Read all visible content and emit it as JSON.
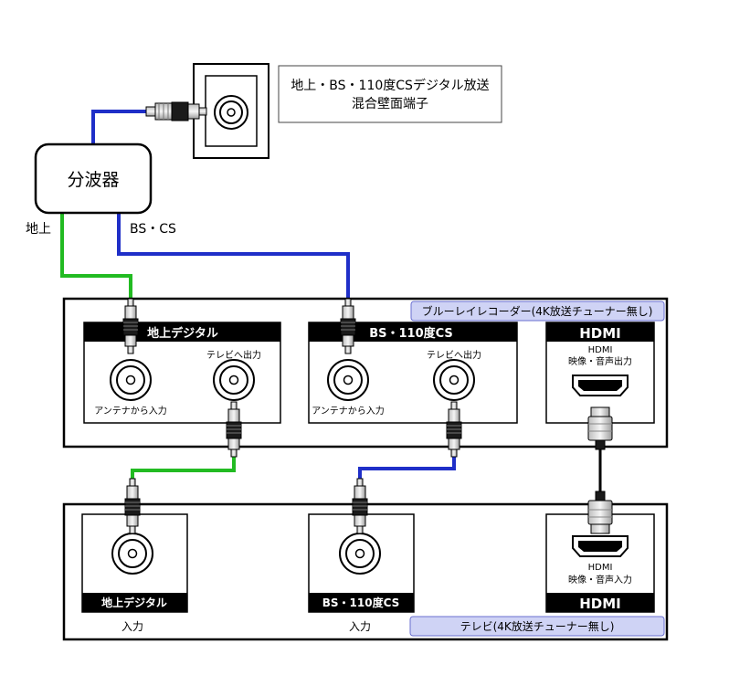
{
  "wall_outlet": {
    "label_line1": "地上・BS・110度CSデジタル放送",
    "label_line2": "混合壁面端子"
  },
  "splitter": {
    "label": "分波器",
    "output_terrestrial": "地上",
    "output_bs_cs": "BS・CS"
  },
  "recorder": {
    "title": "ブルーレイレコーダー(4K放送チューナー無し)",
    "terrestrial_header": "地上デジタル",
    "bs_header": "BS・110度CS",
    "hdmi_header": "HDMI",
    "antenna_in": "アンテナから入力",
    "tv_out": "テレビへ出力",
    "hdmi_line1": "HDMI",
    "hdmi_line2": "映像・音声出力"
  },
  "tv": {
    "title": "テレビ(4K放送チューナー無し)",
    "terrestrial_footer": "地上デジタル",
    "bs_footer": "BS・110度CS",
    "hdmi_footer": "HDMI",
    "input_left": "入力",
    "input_mid": "入力",
    "hdmi_line1": "HDMI",
    "hdmi_line2": "映像・音声入力"
  },
  "colors": {
    "terrestrial_cable": "#22bb22",
    "bs_cable": "#1f2fc8",
    "title_bar_fill": "#cfd3f5",
    "title_bar_stroke": "#6a6fd0"
  }
}
